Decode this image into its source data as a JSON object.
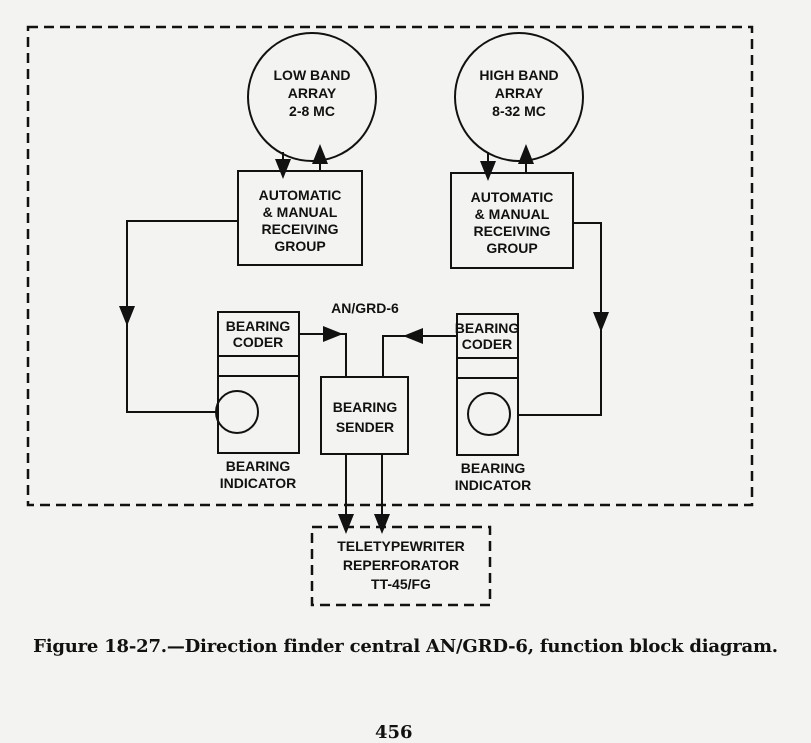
{
  "diagram": {
    "system_label": "AN/GRD-6",
    "low_band_array": [
      "LOW BAND",
      "ARRAY",
      "2-8 MC"
    ],
    "high_band_array": [
      "HIGH BAND",
      "ARRAY",
      "8-32 MC"
    ],
    "receiving_group_left": [
      "AUTOMATIC",
      "& MANUAL",
      "RECEIVING",
      "GROUP"
    ],
    "receiving_group_right": [
      "AUTOMATIC",
      "& MANUAL",
      "RECEIVING",
      "GROUP"
    ],
    "bearing_coder_left": [
      "BEARING",
      "CODER"
    ],
    "bearing_coder_right": [
      "BEARING",
      "CODER"
    ],
    "bearing_indicator_left": [
      "BEARING",
      "INDICATOR"
    ],
    "bearing_indicator_right": [
      "BEARING",
      "INDICATOR"
    ],
    "bearing_sender": [
      "BEARING",
      "SENDER"
    ],
    "teletypewriter": [
      "TELETYPEWRITER",
      "REPERFORATOR",
      "TT-45/FG"
    ]
  },
  "caption": "Figure 18-27.—Direction finder central AN/GRD-6, function block diagram.",
  "page_number": "456"
}
